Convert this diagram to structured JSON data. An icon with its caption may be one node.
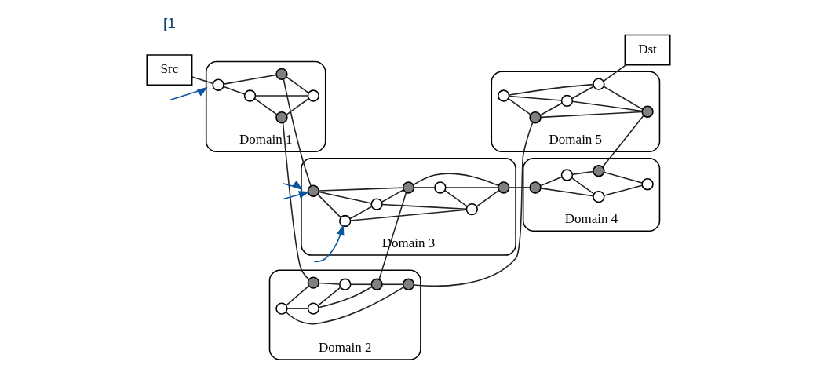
{
  "diagram": {
    "nodes": [
      {
        "text": [
          "Domain 1"
        ]
      },
      {
        "text": [],
        "shape": "circle",
        "in": 0
      },
      {
        "text": [],
        "shape": "circle",
        "in": 0
      },
      {
        "text": [],
        "shape": "circle",
        "in": 0
      },
      {
        "text": [],
        "shape": "circle",
        "in": 0
      },
      {
        "text": [],
        "shape": "circle",
        "in": 0
      },
      {
        "text": [
          "Domain 2"
        ]
      },
      {
        "text": [],
        "shape": "circle",
        "in": 6
      },
      {
        "text": [],
        "shape": "circle",
        "in": 6
      },
      {
        "text": [],
        "shape": "circle",
        "in": 6
      },
      {
        "text": [],
        "shape": "circle",
        "in": 6
      },
      {
        "text": [],
        "shape": "circle",
        "in": 6
      },
      {
        "text": [],
        "shape": "circle",
        "in": 6
      },
      {
        "text": [
          "Domain 3"
        ]
      },
      {
        "text": [],
        "shape": "circle",
        "in": 13
      },
      {
        "text": [],
        "shape": "circle",
        "in": 13
      },
      {
        "text": [],
        "shape": "circle",
        "in": 13
      },
      {
        "text": [],
        "shape": "circle",
        "in": 13
      },
      {
        "text": [],
        "shape": "circle",
        "in": 13
      },
      {
        "text": [],
        "shape": "circle",
        "in": 13
      },
      {
        "text": [],
        "shape": "circle",
        "in": 13
      },
      {
        "text": [
          "Domain 4"
        ]
      },
      {
        "text": [],
        "shape": "circle",
        "in": 21
      },
      {
        "text": [],
        "shape": "circle",
        "in": 21
      },
      {
        "text": [],
        "shape": "circle",
        "in": 21
      },
      {
        "text": [],
        "shape": "circle",
        "in": 21
      },
      {
        "text": [],
        "shape": "circle",
        "in": 21
      },
      {
        "text": [
          "Domain 5"
        ]
      },
      {
        "text": [],
        "shape": "circle",
        "in": 27
      },
      {
        "text": [],
        "shape": "circle",
        "in": 27
      },
      {
        "text": [],
        "shape": "circle",
        "in": 27
      },
      {
        "text": [],
        "shape": "circle",
        "in": 27
      },
      {
        "text": [],
        "shape": "circle",
        "in": 27
      },
      {
        "text": [
          "Src"
        ]
      },
      {
        "text": [
          "Dst"
        ]
      }
    ],
    "edges": [
      {
        "from": 1,
        "to": 2,
        "arrow": "none"
      },
      {
        "from": 2,
        "to": 5,
        "arrow": "none"
      },
      {
        "from": 2,
        "to": 3,
        "arrow": "none"
      },
      {
        "from": 3,
        "to": 5,
        "arrow": "none"
      },
      {
        "from": 1,
        "to": 4,
        "arrow": "none"
      },
      {
        "from": 4,
        "to": 5,
        "arrow": "none"
      },
      {
        "from": 7,
        "to": 8,
        "arrow": "none"
      },
      {
        "from": 7,
        "to": 9,
        "arrow": "none"
      },
      {
        "from": 7,
        "to": 10,
        "arrow": "none"
      },
      {
        "from": 8,
        "to": 11,
        "arrow": "none"
      },
      {
        "from": 9,
        "to": 11,
        "arrow": "none"
      },
      {
        "from": 9,
        "to": 12,
        "arrow": "none"
      },
      {
        "from": 11,
        "to": 12,
        "arrow": "none"
      },
      {
        "from": 12,
        "to": 10,
        "arrow": "none"
      },
      {
        "from": 14,
        "to": 15,
        "arrow": "none"
      },
      {
        "from": 14,
        "to": 16,
        "arrow": "none"
      },
      {
        "from": 16,
        "to": 15,
        "arrow": "none"
      },
      {
        "from": 14,
        "to": 19,
        "arrow": "none"
      },
      {
        "from": 19,
        "to": 16,
        "arrow": "none"
      },
      {
        "from": 16,
        "to": 20,
        "arrow": "none"
      },
      {
        "from": 19,
        "to": 20,
        "arrow": "none"
      },
      {
        "from": 15,
        "to": 17,
        "arrow": "none"
      },
      {
        "from": 15,
        "to": 18,
        "arrow": "none"
      },
      {
        "from": 17,
        "to": 18,
        "arrow": "none"
      },
      {
        "from": 17,
        "to": 20,
        "arrow": "none"
      },
      {
        "from": 20,
        "to": 18,
        "arrow": "none"
      },
      {
        "from": 22,
        "to": 23,
        "arrow": "none"
      },
      {
        "from": 22,
        "to": 25,
        "arrow": "none"
      },
      {
        "from": 23,
        "to": 25,
        "arrow": "none"
      },
      {
        "from": 23,
        "to": 24,
        "arrow": "none"
      },
      {
        "from": 24,
        "to": 26,
        "arrow": "none"
      },
      {
        "from": 25,
        "to": 26,
        "arrow": "none"
      },
      {
        "from": 28,
        "to": 29,
        "arrow": "none"
      },
      {
        "from": 28,
        "to": 30,
        "arrow": "none"
      },
      {
        "from": 28,
        "to": 31,
        "arrow": "none"
      },
      {
        "from": 29,
        "to": 30,
        "arrow": "none"
      },
      {
        "from": 30,
        "to": 31,
        "arrow": "none"
      },
      {
        "from": 29,
        "to": 32,
        "arrow": "none"
      },
      {
        "from": 30,
        "to": 32,
        "arrow": "none"
      },
      {
        "from": 31,
        "to": 32,
        "arrow": "none"
      },
      {
        "from": 33,
        "to": 1,
        "arrow": "none"
      },
      {
        "from": 3,
        "to": 8,
        "arrow": "none"
      },
      {
        "from": 10,
        "to": 29,
        "arrow": "none"
      },
      {
        "from": 31,
        "to": 34,
        "arrow": "none"
      },
      {
        "from": 4,
        "to": 14,
        "arrow": "none"
      },
      {
        "from": 12,
        "to": 15,
        "arrow": "none"
      },
      {
        "from": 18,
        "to": 22,
        "arrow": "none"
      },
      {
        "from": 24,
        "to": 32,
        "arrow": "none"
      },
      {
        "from": null,
        "to": 0,
        "arrow": "to",
        "color": "#0b559f"
      },
      {
        "from": null,
        "to": 13,
        "arrow": "to",
        "color": "#0b559f"
      },
      {
        "from": null,
        "to": 14,
        "arrow": "to",
        "color": "#0b559f"
      },
      {
        "from": null,
        "to": 19,
        "arrow": "to",
        "color": "#0b559f"
      }
    ],
    "labels": [
      "[1"
    ]
  }
}
